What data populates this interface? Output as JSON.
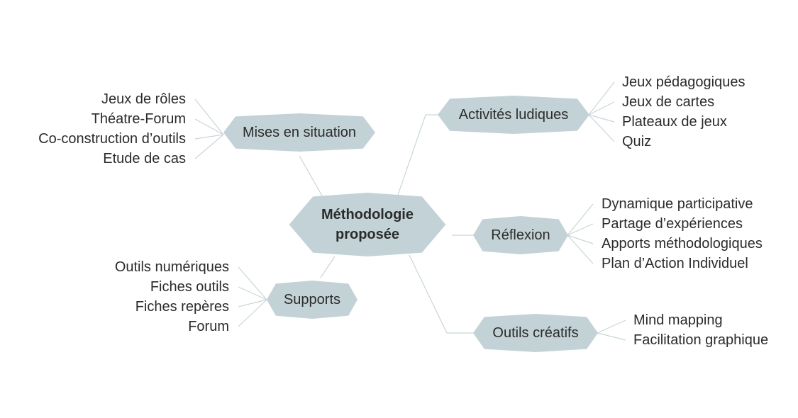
{
  "center": {
    "line1": "Méthodologie",
    "line2": "proposée"
  },
  "branches": {
    "mises": {
      "label": "Mises en situation",
      "items": [
        "Jeux de rôles",
        "Théatre-Forum",
        "Co-construction d’outils",
        "Etude de cas"
      ]
    },
    "activites": {
      "label": "Activités ludiques",
      "items": [
        "Jeux pédagogiques",
        "Jeux de cartes",
        "Plateaux de jeux",
        "Quiz"
      ]
    },
    "reflexion": {
      "label": "Réflexion",
      "items": [
        "Dynamique participative",
        "Partage d’expériences",
        "Apports méthodologiques",
        "Plan d’Action Individuel"
      ]
    },
    "supports": {
      "label": "Supports",
      "items": [
        "Outils numériques",
        "Fiches outils",
        "Fiches repères",
        "Forum"
      ]
    },
    "outils": {
      "label": "Outils créatifs",
      "items": [
        "Mind mapping",
        "Facilitation graphique"
      ]
    }
  },
  "colors": {
    "node": "#c3d2d6",
    "line": "#c9d6d9",
    "text": "#2b2b2b"
  }
}
